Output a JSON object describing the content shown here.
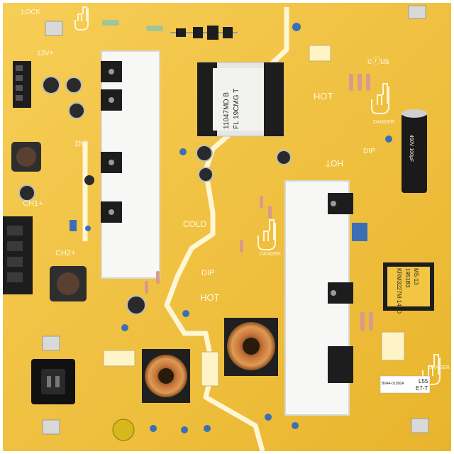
{
  "board": {
    "colors": {
      "substrate": "#f2c23a",
      "substrate_shade": "#e7b02a",
      "silkscreen": "#fff6d6",
      "heatsink": "#f7f7f5",
      "component_black": "#1d1d1d",
      "copper_wire": "#c8763b",
      "capacitor_blue": "#3a6fb8",
      "inductor_grey": "#2e2e2e"
    }
  },
  "labels": {
    "lock": "LOCK",
    "v13": "13V+",
    "dip_left": "DIP",
    "ch1": "CH1+",
    "ch2": "CH2+",
    "cold": "COLD",
    "dip_mid": "DIP",
    "hot_mid": "HOT",
    "hot_top": "HOT",
    "hot_right": "HOT",
    "dip_right": "DIP",
    "danger_top": "DANGER",
    "danger_mid": "DANGER",
    "danger_right": "DANGER",
    "transformer_line1": "11047MD B",
    "transformer_line2": "FL 19CMG T",
    "l55": "L55",
    "e7": "E7-T",
    "part_code": "BN44-01056A",
    "inductor_line1": "KRM3227M-14LD",
    "inductor_line2": "1951B3",
    "inductor_line3": "MS-13",
    "cap_label": "450V 100µF",
    "ul_mark": "cⓡus"
  }
}
